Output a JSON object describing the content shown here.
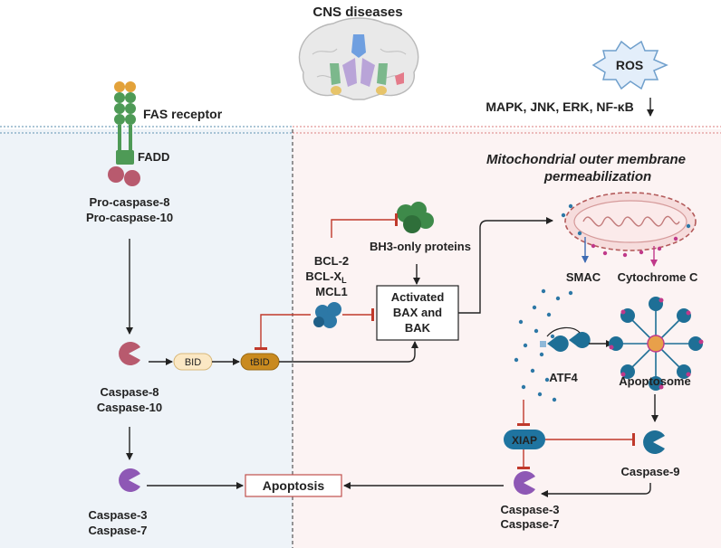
{
  "title": "CNS diseases",
  "labels": {
    "ros": "ROS",
    "kinases": "MAPK, JNK,  ERK, NF-κB",
    "fas_receptor": "FAS receptor",
    "fadd": "FADD",
    "pro_caspase_8": "Pro-caspase-8",
    "pro_caspase_10": "Pro-caspase-10",
    "momp_line1": "Mitochondrial outer membrane",
    "momp_line2": "permeabilization",
    "bh3_only": "BH3-only proteins",
    "bcl2": "BCL-2",
    "bclxl": "BCL-X",
    "bclxl_sub": "L",
    "mcl1": "MCL1",
    "activated_line1": "Activated",
    "activated_line2": "BAX and",
    "activated_line3": "BAK",
    "smac": "SMAC",
    "cytochrome_c": "Cytochrome C",
    "atf4": "ATF4",
    "apoptosome": "Apoptosome",
    "caspase_8": "Caspase-8",
    "caspase_10": "Caspase-10",
    "bid": "BID",
    "tbid": "tBID",
    "xiap": "XIAP",
    "caspase_9": "Caspase-9",
    "caspase_3_left": "Caspase-3",
    "caspase_7_left": "Caspase-7",
    "caspase_3_right": "Caspase-3",
    "caspase_7_right": "Caspase-7",
    "apoptosis": "Apoptosis"
  },
  "colors": {
    "left_panel": "#eef3f8",
    "right_panel": "#fcf3f3",
    "membrane_left": "#8fb3c9",
    "membrane_right": "#e7a7a7",
    "activation_arrow": "#222222",
    "inhibition": "#c0392b",
    "smac": "#3d6bb3",
    "cytochrome": "#c0398a",
    "caspase_8": "#b85a6e",
    "caspase_3": "#8e58b5",
    "caspase_9": "#1e6f96",
    "bid_fill": "#fbe8c4",
    "tbid_fill": "#c98a1f",
    "xiap_fill": "#1f74a0",
    "apoptosis_text": "#c0504d",
    "protein_blob": "#2d78a6",
    "bh3_blob": "#3e8a4a",
    "mito_fill": "#f6dcdc",
    "fas": "#4e9a56",
    "fas_cap": "#e3a23a"
  }
}
